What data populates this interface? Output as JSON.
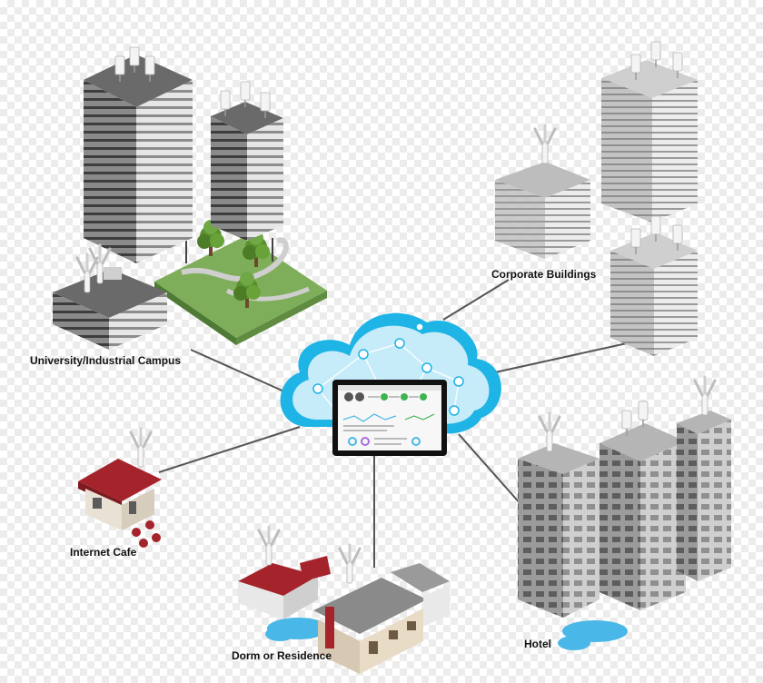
{
  "diagram": {
    "hub": {
      "name": "cloud-management-hub"
    },
    "locations": [
      {
        "id": "campus",
        "label": "University/Industrial Campus"
      },
      {
        "id": "corporate",
        "label": "Corporate Buildings"
      },
      {
        "id": "cafe",
        "label": "Internet Cafe"
      },
      {
        "id": "dorm",
        "label": "Dorm or Residence"
      },
      {
        "id": "hotel",
        "label": "Hotel"
      }
    ]
  },
  "colors": {
    "cloud": "#1fb4e6",
    "cloud_light": "#d8f1fb",
    "connector": "#555555",
    "roof_red": "#a5232b",
    "tree_green": "#5a8f2e",
    "lawn_green": "#7fae5a",
    "water": "#49b8e8"
  }
}
